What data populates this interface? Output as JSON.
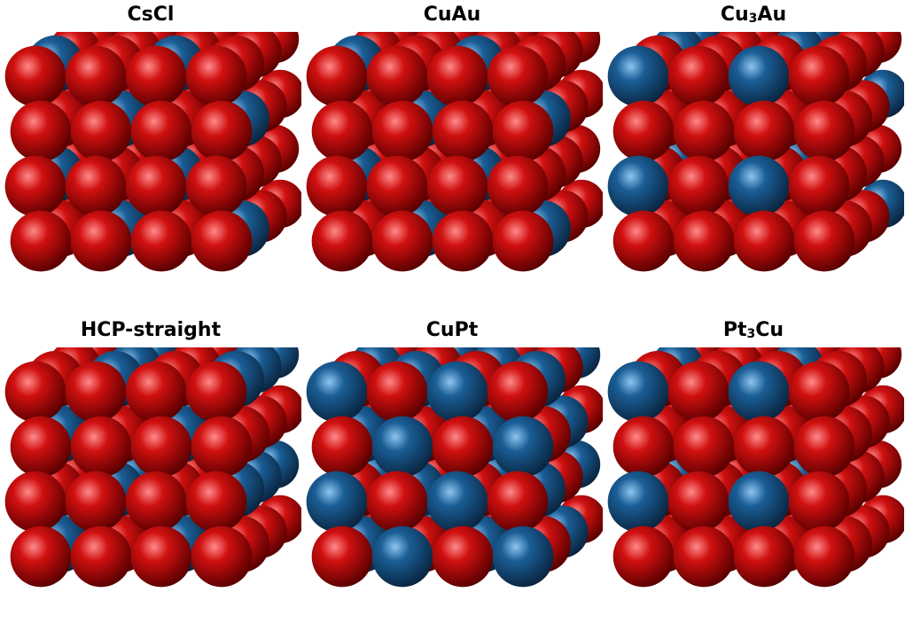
{
  "colors": {
    "red_atom": "#d01010",
    "blue_atom": "#1a5e96"
  },
  "panels": [
    {
      "id": "cscl",
      "title": {
        "main": "CsCl",
        "sub": "",
        "tail": ""
      },
      "back_color": "red",
      "pattern": "layered",
      "front_color": "red"
    },
    {
      "id": "cuau",
      "title": {
        "main": "CuAu",
        "sub": "",
        "tail": ""
      },
      "back_color": "red",
      "pattern": "layered",
      "front_color": "mixed"
    },
    {
      "id": "cu3au",
      "title": {
        "main": "Cu",
        "sub": "3",
        "tail": "Au"
      },
      "back_color": "blue",
      "pattern": "corner-blue",
      "front_color": "mixed"
    },
    {
      "id": "hcp-straight",
      "title": {
        "main": "HCP-straight",
        "sub": "",
        "tail": ""
      },
      "back_color": "mixed",
      "pattern": "checker",
      "front_color": "red"
    },
    {
      "id": "cupt",
      "title": {
        "main": "CuPt",
        "sub": "",
        "tail": ""
      },
      "back_color": "mixed",
      "pattern": "diagonal",
      "front_color": "mixed"
    },
    {
      "id": "pt3cu",
      "title": {
        "main": "Pt",
        "sub": "3",
        "tail": "Cu"
      },
      "back_color": "mixed",
      "pattern": "corner-blue",
      "front_color": "mixed"
    }
  ]
}
